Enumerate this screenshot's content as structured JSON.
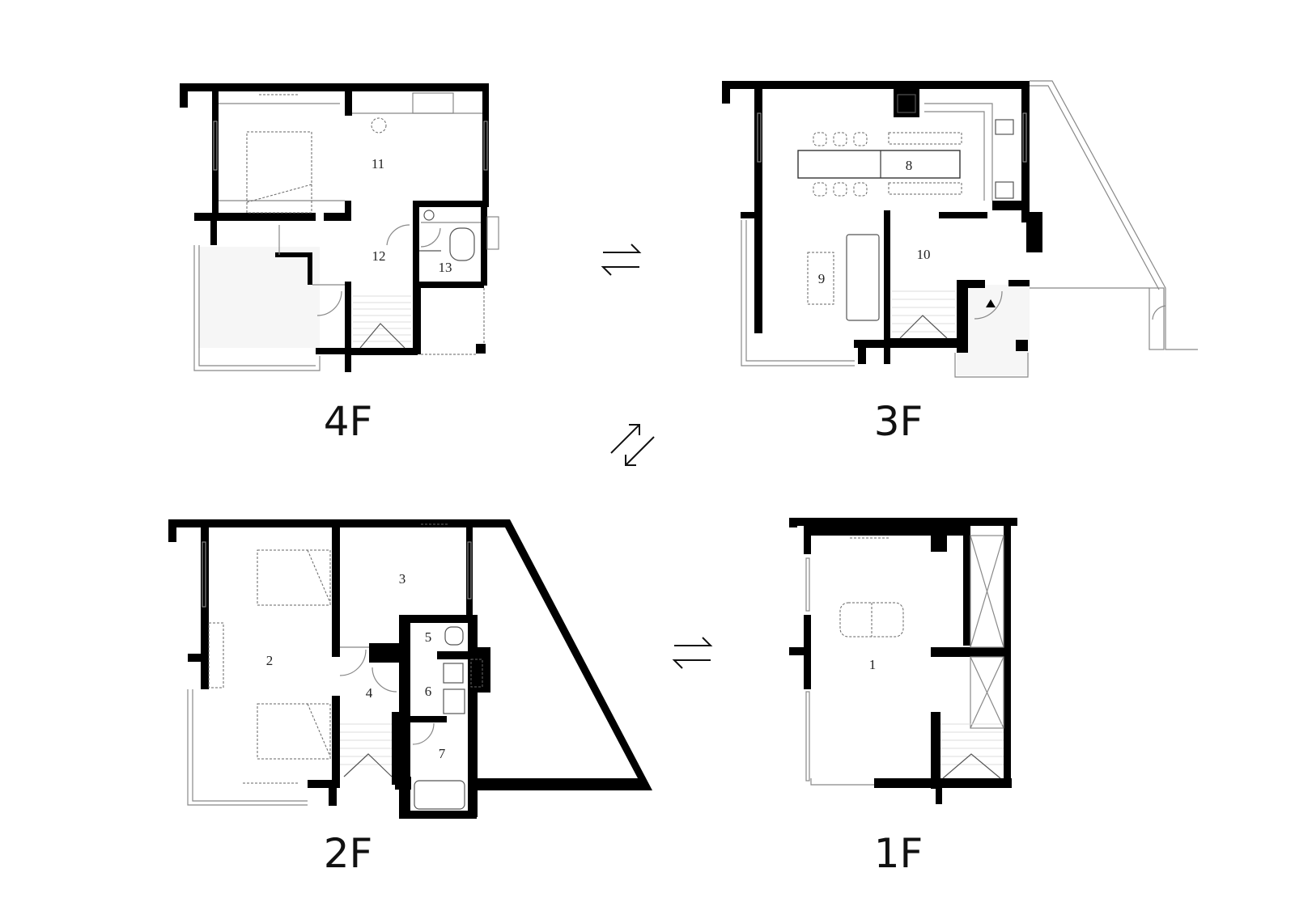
{
  "floors": {
    "f4": {
      "label": "4F",
      "rooms": [
        "11",
        "12",
        "13"
      ]
    },
    "f3": {
      "label": "3F",
      "rooms": [
        "8",
        "9",
        "10"
      ]
    },
    "f2": {
      "label": "2F",
      "rooms": [
        "2",
        "3",
        "4",
        "5",
        "6",
        "7"
      ]
    },
    "f1": {
      "label": "1F",
      "rooms": [
        "1"
      ]
    }
  },
  "icons": {
    "swap_arrows": "swap-horizontal-icon",
    "swap_diagonal": "swap-diagonal-icon",
    "entrance_marker": "triangle-up-icon"
  }
}
